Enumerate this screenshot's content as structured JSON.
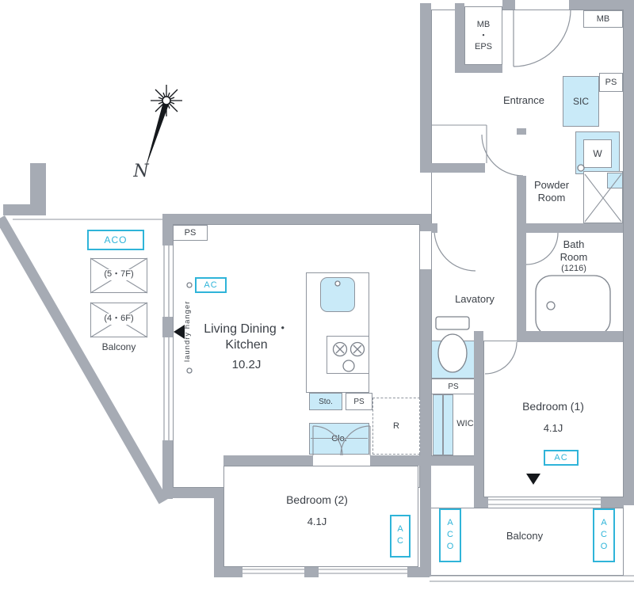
{
  "compass": {
    "north": "N"
  },
  "rooms": {
    "ldk": {
      "line1": "Living Dining・",
      "line2": "Kitchen",
      "size": "10.2J"
    },
    "bedroom1": {
      "name": "Bedroom (1)",
      "size": "4.1J"
    },
    "bedroom2": {
      "name": "Bedroom (2)",
      "size": "4.1J"
    },
    "entrance": {
      "name": "Entrance"
    },
    "powder": {
      "name": "Powder Room"
    },
    "bath": {
      "name": "Bath Room",
      "size": "(1216)"
    },
    "lavatory": {
      "name": "Lavatory"
    },
    "balcony_left": {
      "name": "Balcony"
    },
    "balcony_bottom": {
      "name": "Balcony"
    }
  },
  "features": {
    "sic": "SIC",
    "wic": "WIC",
    "washer": "W",
    "sto": "Sto.",
    "clo": "Clo.",
    "fridge": "R",
    "mb": "MB",
    "mbeps": [
      "MB",
      "・",
      "EPS"
    ],
    "laundry_hanger": "laundry hanger",
    "ps": "PS",
    "ac": "AC",
    "aco": "ACO",
    "vent_upper": "(5・7F)",
    "vent_lower": "(4・6F)"
  },
  "colors": {
    "wall": "#a6abb4",
    "line": "#8f959e",
    "accent": "#2fb4d9",
    "accent_fill": "#c9eaf8",
    "text": "#3c4148",
    "marker": "#15181c"
  }
}
